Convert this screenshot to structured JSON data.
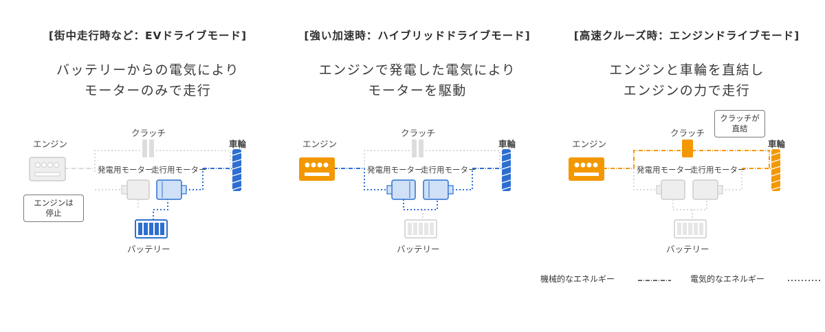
{
  "colors": {
    "blue": "#2d6fd0",
    "blue_fill": "#cfe0f7",
    "orange": "#f39800",
    "orange_fill": "#fff1d9",
    "inactive": "#cccccc",
    "inactive_fill": "#eeeeee"
  },
  "panels": [
    {
      "title": "[街中走行時など：EVドライブモード]",
      "desc_line1": "バッテリーからの電気により",
      "desc_line2": "モーターのみで走行",
      "engine_label": "エンジン",
      "clutch_label": "クラッチ",
      "gen_motor_label": "発電用モーター",
      "drive_motor_label": "走行用モーター",
      "wheel_label": "車輪",
      "battery_label": "バッテリー",
      "note_line1": "エンジンは",
      "note_line2": "停止"
    },
    {
      "title": "[強い加速時：ハイブリッドドライブモード]",
      "desc_line1": "エンジンで発電した電気により",
      "desc_line2": "モーターを駆動",
      "engine_label": "エンジン",
      "clutch_label": "クラッチ",
      "gen_motor_label": "発電用モーター",
      "drive_motor_label": "走行用モーター",
      "wheel_label": "車輪",
      "battery_label": "バッテリー"
    },
    {
      "title": "[高速クルーズ時：エンジンドライブモード]",
      "desc_line1": "エンジンと車輪を直結し",
      "desc_line2": "エンジンの力で走行",
      "engine_label": "エンジン",
      "clutch_label": "クラッチ",
      "gen_motor_label": "発電用モーター",
      "drive_motor_label": "走行用モーター",
      "wheel_label": "車輪",
      "battery_label": "バッテリー",
      "note_line1": "クラッチが",
      "note_line2": "直結"
    }
  ],
  "legend": {
    "mechanical_label": "機械的なエネルギー",
    "electrical_label": "電気的なエネルギー"
  }
}
